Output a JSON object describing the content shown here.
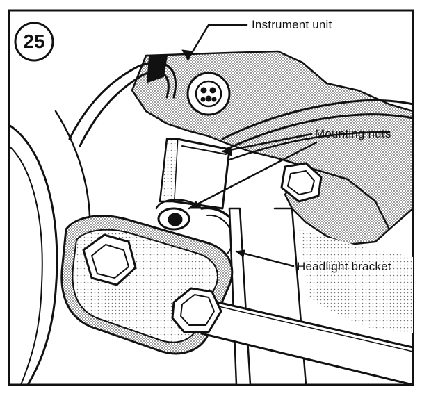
{
  "figure": {
    "step_number": "25",
    "labels": {
      "instrument_unit": "Instrument unit",
      "mounting_nuts": "Mounting nuts",
      "headlight_bracket": "Headlight bracket"
    }
  },
  "colors": {
    "ink": "#111111",
    "paper": "#ffffff",
    "shade": "#bdbdbd"
  }
}
